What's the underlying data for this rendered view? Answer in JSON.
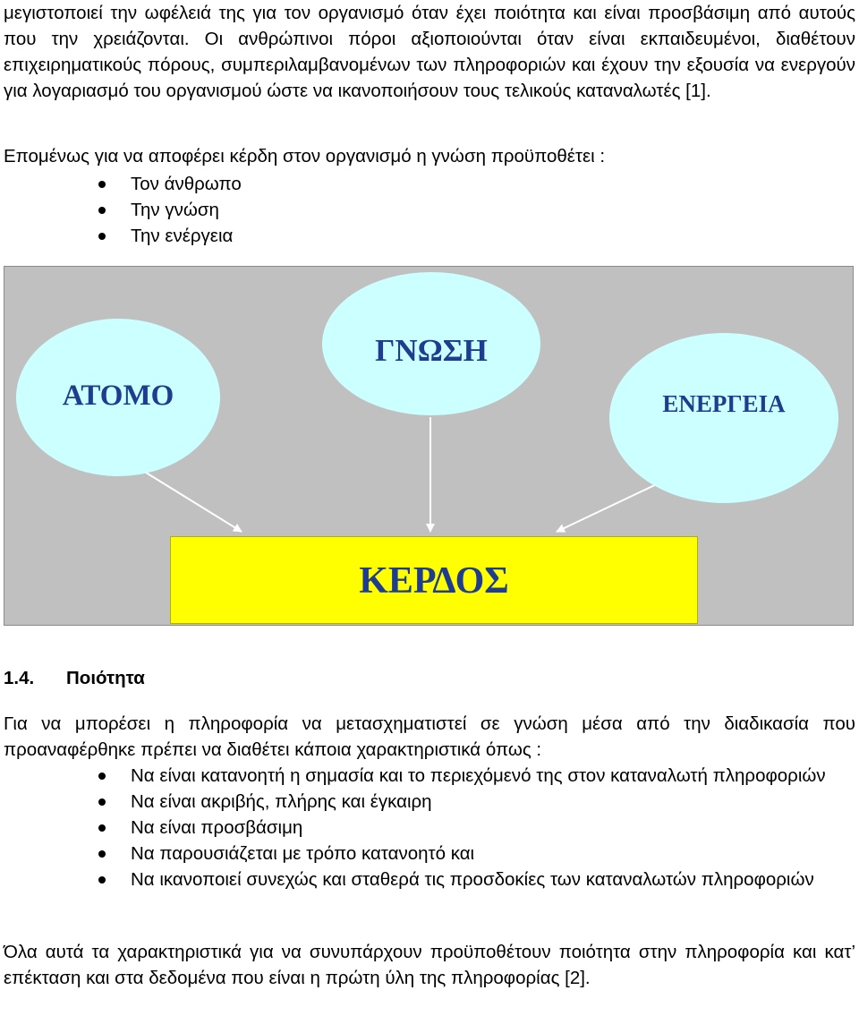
{
  "paragraphs": {
    "top": "μεγιστοποιεί την ωφέλειά της για τον οργανισμό όταν έχει ποιότητα και είναι προσβάσιμη από αυτούς που την χρειάζονται. Οι ανθρώπινοι πόροι αξιοποιούνται όταν είναι εκπαιδευμένοι, διαθέτουν επιχειρηματικούς πόρους, συμπεριλαμβανομένων των πληροφοριών και έχουν την εξουσία να ενεργούν για λογαριασμό του οργανισμού ώστε να ικανοποιήσουν τους τελικούς καταναλωτές [1].",
    "intro": "Επομένως για να αποφέρει κέρδη στον οργανισμό η γνώση προϋποθέτει :"
  },
  "prerequisites": [
    "Τον άνθρωπο",
    "Την γνώση",
    "Την ενέργεια"
  ],
  "diagram": {
    "colors": {
      "background": "#c0c0c0",
      "ellipse_fill": "#ccffff",
      "box_fill": "#ffff00",
      "text": "#1f3d8f",
      "arrow": "#ffffff"
    },
    "nodes": {
      "atomo": "ΑΤΟΜΟ",
      "gnosi": "ΓΝΩΣΗ",
      "energeia": "ΕΝΕΡΓΕΙΑ",
      "kerdos": "ΚΕΡΔΟΣ"
    }
  },
  "section": {
    "number": "1.4.",
    "title": "Ποιότητα",
    "intro": "Για να μπορέσει η πληροφορία να μετασχηματιστεί σε γνώση μέσα από την διαδικασία που προαναφέρθηκε πρέπει να διαθέτει κάποια χαρακτηριστικά όπως :",
    "characteristics": [
      "Να είναι κατανοητή η σημασία και το περιεχόμενό της στον καταναλωτή πληροφοριών",
      "Να είναι ακριβής, πλήρης και έγκαιρη",
      "Να είναι προσβάσιμη",
      "Να παρουσιάζεται με τρόπο κατανοητό και",
      "Να ικανοποιεί συνεχώς και σταθερά τις προσδοκίες των καταναλωτών πληροφοριών"
    ],
    "closing": "Όλα αυτά τα χαρακτηριστικά για να συνυπάρχουν προϋποθέτουν ποιότητα στην πληροφορία και κατ’ επέκταση και στα δεδομένα που είναι η πρώτη ύλη της πληροφορίας [2]."
  }
}
